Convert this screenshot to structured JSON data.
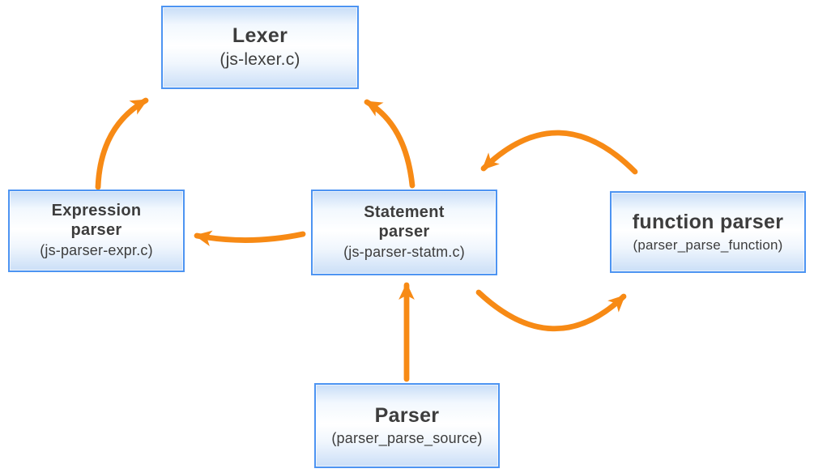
{
  "diagram": {
    "nodes": {
      "lexer": {
        "title": "Lexer",
        "subtitle": "(js-lexer.c)"
      },
      "expression_parser": {
        "title": "Expression\nparser",
        "subtitle": "(js-parser-expr.c)"
      },
      "statement_parser": {
        "title": "Statement\nparser",
        "subtitle": "(js-parser-statm.c)"
      },
      "function_parser": {
        "title": "function parser",
        "subtitle": "(parser_parse_function)"
      },
      "parser": {
        "title": "Parser",
        "subtitle": "(parser_parse_source)"
      }
    },
    "edges": [
      {
        "from": "expression_parser",
        "to": "lexer",
        "style": "curved"
      },
      {
        "from": "statement_parser",
        "to": "lexer",
        "style": "curved"
      },
      {
        "from": "statement_parser",
        "to": "expression_parser",
        "style": "curved"
      },
      {
        "from": "function_parser",
        "to": "statement_parser",
        "style": "arc-over"
      },
      {
        "from": "statement_parser",
        "to": "function_parser",
        "style": "arc-under"
      },
      {
        "from": "parser",
        "to": "statement_parser",
        "style": "straight"
      }
    ],
    "colors": {
      "arrow": "#F78A15",
      "node_border": "#4D94F2",
      "node_fill_top": "#C8DDF7",
      "node_fill_mid": "#FFFFFF",
      "text": "#3D3D3D",
      "background": "#FFFFFF"
    }
  }
}
